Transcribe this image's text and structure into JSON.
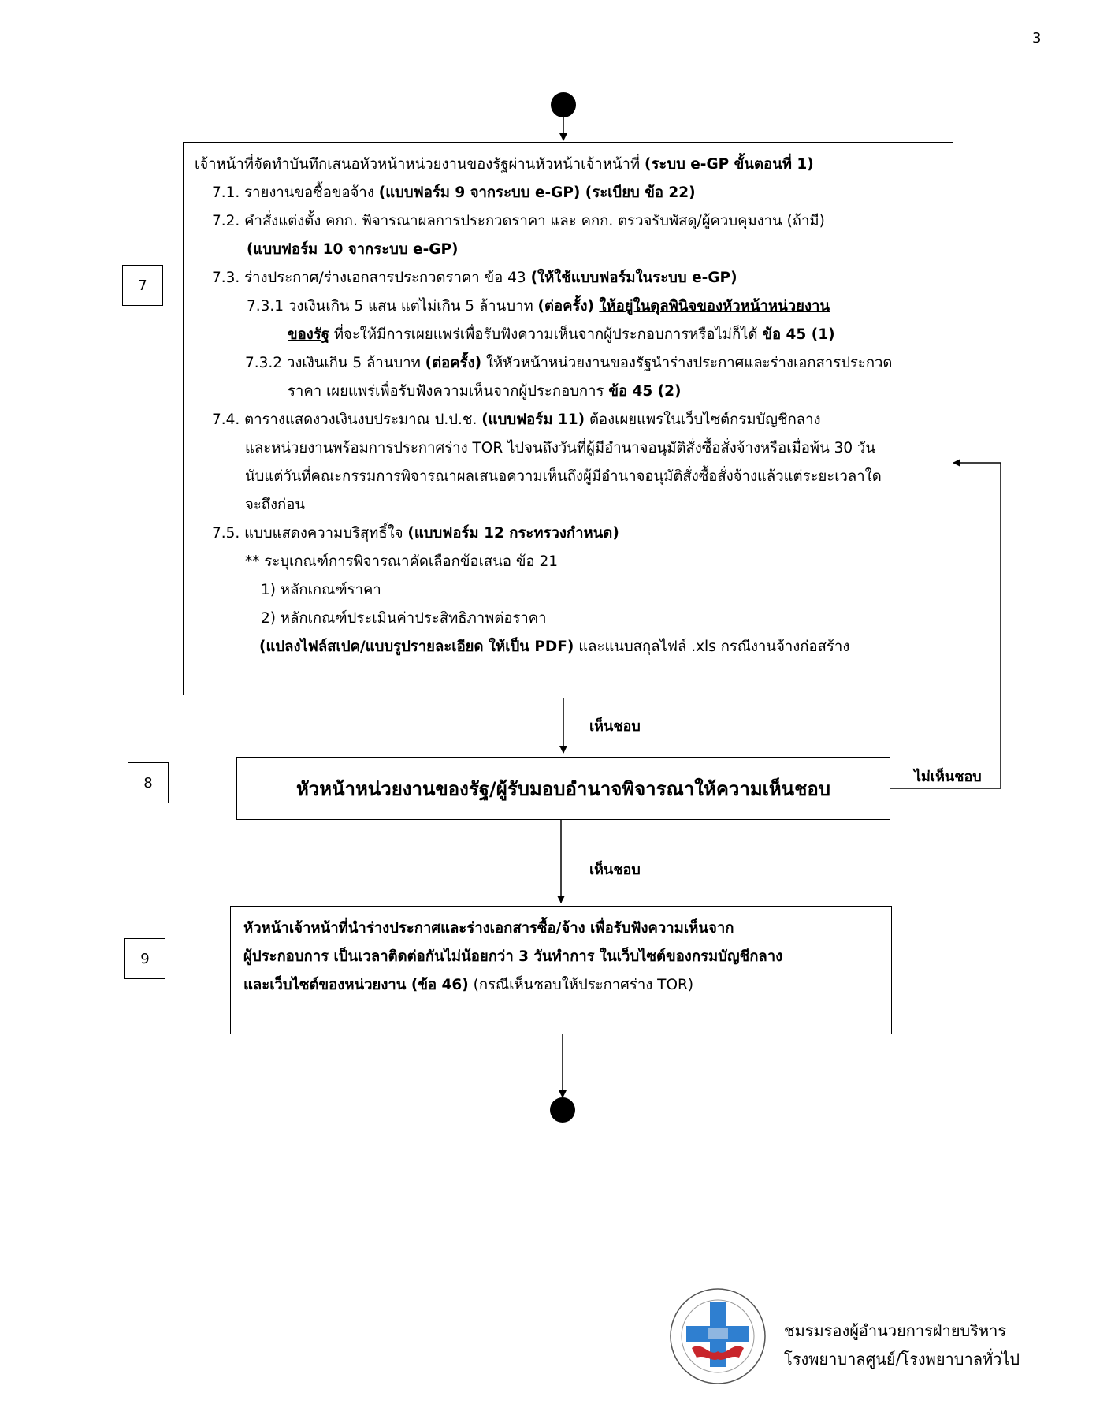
{
  "page_number": "3",
  "colors": {
    "ink": "#000000",
    "background": "#ffffff",
    "logo_blue": "#2f7fd0",
    "logo_red": "#c8262c"
  },
  "step7": {
    "number": "7",
    "header": {
      "a": "เจ้าหน้าที่จัดทำบันทึกเสนอหัวหน้าหน่วยงานของรัฐผ่านหัวหน้าเจ้าหน้าที่ ",
      "b": "(ระบบ e-GP ขั้นตอนที่ 1)"
    },
    "l71": {
      "a": "7.1. รายงานขอซื้อขอจ้าง ",
      "b": "(แบบฟอร์ม 9 จากระบบ e-GP) (ระเบียบ ข้อ 22)"
    },
    "l72": {
      "a": "7.2. คำสั่งแต่งตั้ง คกก. พิจารณาผลการประกวดราคา และ คกก. ตรวจรับพัสดุ/ผู้ควบคุมงาน (ถ้ามี)"
    },
    "l72b": {
      "b": "(แบบฟอร์ม 10 จากระบบ e-GP)"
    },
    "l73": {
      "a": "7.3. ร่างประกาศ/ร่างเอกสารประกวดราคา ข้อ 43 ",
      "b": "(ให้ใช้แบบฟอร์มในระบบ e-GP)"
    },
    "l731": {
      "a": "7.3.1 วงเงินเกิน 5 แสน  แต่ไม่เกิน 5 ล้านบาท ",
      "b": "(ต่อครั้ง) ",
      "u": "ให้อยู่ในดุลพินิจของหัวหน้าหน่วยงาน"
    },
    "l731b": {
      "u": "ของรัฐ",
      "a": " ที่จะให้มีการเผยแพร่เพื่อรับฟังความเห็นจากผู้ประกอบการหรือไม่ก็ได้ ",
      "b": "ข้อ 45 (1)"
    },
    "l732": {
      "a": "7.3.2 วงเงินเกิน 5 ล้านบาท ",
      "b": "(ต่อครั้ง)",
      "c": " ให้หัวหน้าหน่วยงานของรัฐนำร่างประกาศและร่างเอกสารประกวด"
    },
    "l732b": {
      "a": "ราคา เผยแพร่เพื่อรับฟังความเห็นจากผู้ประกอบการ ",
      "b": "ข้อ 45 (2)"
    },
    "l74": {
      "a": "7.4. ตารางแสดงวงเงินงบประมาณ ป.ป.ช. ",
      "b": "(แบบฟอร์ม 11)",
      "c": " ต้องเผยแพรในเว็บไซต์กรมบัญชีกลาง"
    },
    "l74b": {
      "a": "และหน่วยงานพร้อมการประกาศร่าง TOR ไปจนถึงวันที่ผู้มีอำนาจอนุมัติสั่งซื้อสั่งจ้างหรือเมื่อพ้น 30 วัน"
    },
    "l74c": {
      "a": "นับแต่วันที่คณะกรรมการพิจารณาผลเสนอความเห็นถึงผู้มีอำนาจอนุมัติสั่งซื้อสั่งจ้างแล้วแต่ระยะเวลาใด"
    },
    "l74d": {
      "a": "จะถึงก่อน"
    },
    "l75": {
      "a": "7.5. แบบแสดงความบริสุทธิ์ใจ ",
      "b": "(แบบฟอร์ม 12 กระทรวงกำหนด)"
    },
    "l75b": {
      "a": "** ระบุเกณฑ์การพิจารณาคัดเลือกข้อเสนอ ข้อ 21"
    },
    "l75c": {
      "a": "1) หลักเกณฑ์ราคา"
    },
    "l75d": {
      "a": "2) หลักเกณฑ์ประเมินค่าประสิทธิภาพต่อราคา"
    },
    "l75e": {
      "b": "(แปลงไฟล์สเปค/แบบรูปรายละเอียด ให้เป็น PDF)",
      "a": " และแนบสกุลไฟล์ .xls กรณีงานจ้างก่อสร้าง"
    }
  },
  "edge_7_8": "เห็นชอบ",
  "step8": {
    "number": "8",
    "text": "หัวหน้าหน่วยงานของรัฐ/ผู้รับมอบอำนาจพิจารณาให้ความเห็นชอบ"
  },
  "edge_8_7": "ไม่เห็นชอบ",
  "edge_8_9": "เห็นชอบ",
  "step9": {
    "number": "9",
    "l1": {
      "b": "หัวหน้าเจ้าหน้าที่นำร่างประกาศและร่างเอกสารซื้อ/จ้าง เพื่อรับฟังความเห็นจาก"
    },
    "l2": {
      "b": "ผู้ประกอบการ เป็นเวลาติดต่อกันไม่น้อยกว่า 3 วันทำการ ในเว็บไซต์ของกรมบัญชีกลาง"
    },
    "l3": {
      "b": "และเว็บไซต์ของหน่วยงาน (ข้อ 46)",
      "a": "  (กรณีเห็นชอบให้ประกาศร่าง TOR)"
    }
  },
  "footer": {
    "line1": "ชมรมรองผู้อำนวยการฝ่ายบริหาร",
    "line2": "โรงพยาบาลศูนย์/โรงพยาบาลทั่วไป",
    "logo_icon": "hospital-cross-handshake-logo"
  }
}
